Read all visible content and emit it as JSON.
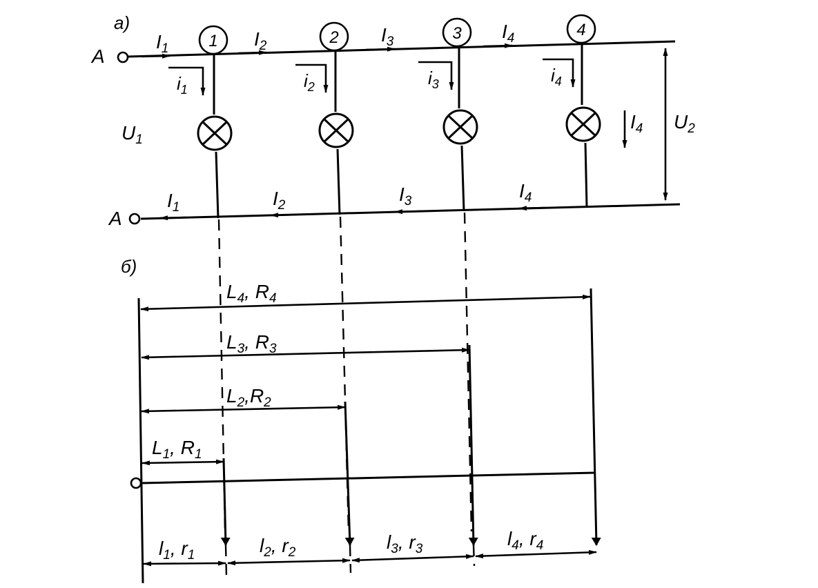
{
  "panel_a": {
    "label": "a)",
    "terminal_top": "A",
    "terminal_bottom": "A",
    "u1": "U",
    "u1_sub": "1",
    "u2": "U",
    "u2_sub": "2",
    "top_currents": [
      {
        "main": "I",
        "sub": "1"
      },
      {
        "main": "I",
        "sub": "2"
      },
      {
        "main": "I",
        "sub": "3"
      },
      {
        "main": "I",
        "sub": "4"
      }
    ],
    "bottom_currents": [
      {
        "main": "I",
        "sub": "1"
      },
      {
        "main": "I",
        "sub": "2"
      },
      {
        "main": "I",
        "sub": "3"
      },
      {
        "main": "I",
        "sub": "4"
      }
    ],
    "branch_currents": [
      {
        "main": "i",
        "sub": "1"
      },
      {
        "main": "i",
        "sub": "2"
      },
      {
        "main": "i",
        "sub": "3"
      },
      {
        "main": "i",
        "sub": "4"
      }
    ],
    "nodes": [
      "1",
      "2",
      "3",
      "4"
    ],
    "side_current": {
      "main": "I",
      "sub": "4"
    }
  },
  "panel_b": {
    "label": "б)",
    "long_spans": [
      {
        "a": "L",
        "a_sub": "4",
        "b": "R",
        "b_sub": "4"
      },
      {
        "a": "L",
        "a_sub": "3",
        "b": "R",
        "b_sub": "3"
      },
      {
        "a": "L",
        "a_sub": "2",
        "b": "R",
        "b_sub": "2"
      },
      {
        "a": "L",
        "a_sub": "1",
        "b": "R",
        "b_sub": "1"
      }
    ],
    "segments": [
      {
        "a": "l",
        "a_sub": "1",
        "b": "r",
        "b_sub": "1"
      },
      {
        "a": "l",
        "a_sub": "2",
        "b": "r",
        "b_sub": "2"
      },
      {
        "a": "l",
        "a_sub": "3",
        "b": "r",
        "b_sub": "3"
      },
      {
        "a": "l",
        "a_sub": "4",
        "b": "r",
        "b_sub": "4"
      }
    ]
  }
}
